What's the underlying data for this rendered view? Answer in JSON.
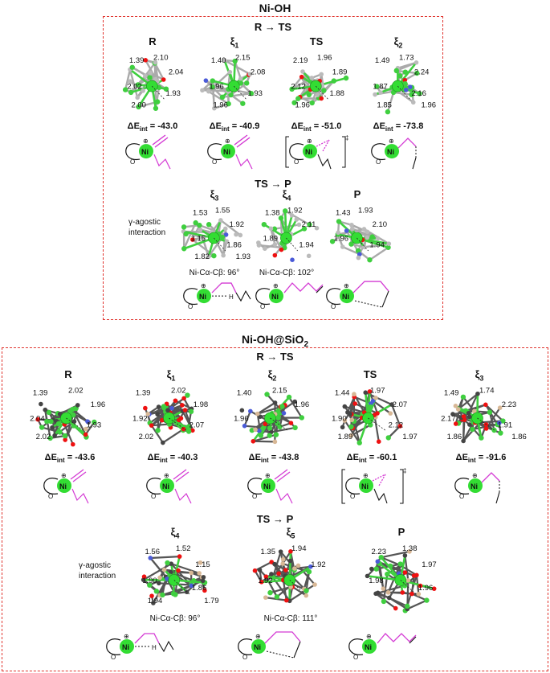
{
  "colors": {
    "box_border": "#e0342e",
    "carbon": "#3fcf3f",
    "oxygen": "#e11",
    "nitrogen": "#4a5ad8",
    "silicon": "#d8b896",
    "hydrogen": "#d9d9d9",
    "ni": "#33dd33",
    "alkene": "#d43ad4"
  },
  "top": {
    "title": "Ni-OH",
    "sec1": "R → TS",
    "sec2": "TS → P",
    "row1": [
      {
        "label": "R",
        "sub": "",
        "de": "-43.0",
        "dists": [
          "1.39",
          "2.10",
          "2.04",
          "2.02",
          "1.93",
          "2.00"
        ]
      },
      {
        "label": "ξ",
        "sub": "1",
        "de": "-40.9",
        "dists": [
          "1.40",
          "2.15",
          "2.08",
          "1.96",
          "1.93",
          "1.96"
        ]
      },
      {
        "label": "TS",
        "sub": "",
        "de": "-51.0",
        "dists": [
          "2.19",
          "1.96",
          "1.89",
          "2.12",
          "1.88",
          "1.96"
        ]
      },
      {
        "label": "ξ",
        "sub": "2",
        "de": "-73.8",
        "dists": [
          "1.49",
          "1.73",
          "2.24",
          "1.87",
          "2.16",
          "1.85",
          "1.96"
        ]
      }
    ],
    "row2": [
      {
        "label": "ξ",
        "sub": "3",
        "note": "Ni-Cα-Cβ: 96°",
        "dists": [
          "1.53",
          "1.55",
          "1.92",
          "1.15",
          "1.86",
          "1.82",
          "1.93"
        ]
      },
      {
        "label": "ξ",
        "sub": "4",
        "note": "Ni-Cα-Cβ: 102°",
        "dists": [
          "1.38",
          "1.92",
          "2.11",
          "1.89",
          "1.94"
        ]
      },
      {
        "label": "P",
        "sub": "",
        "note": "",
        "dists": [
          "1.43",
          "1.93",
          "2.10",
          "1.96",
          "1.94"
        ]
      }
    ],
    "agostic": "γ-agostic interaction",
    "de_prefix": "ΔE",
    "de_sub": "int",
    "de_eq": " = "
  },
  "bottom": {
    "title": "Ni-OH@SiO",
    "title_sub": "2",
    "sec1": "R → TS",
    "sec2": "TS → P",
    "row1": [
      {
        "label": "R",
        "sub": "",
        "de": "-43.6",
        "dists": [
          "1.39",
          "2.02",
          "1.96",
          "2.04",
          "1.93",
          "2.02"
        ]
      },
      {
        "label": "ξ",
        "sub": "1",
        "de": "-40.3",
        "dists": [
          "1.39",
          "2.02",
          "1.98",
          "1.92",
          "2.07",
          "2.02"
        ]
      },
      {
        "label": "ξ",
        "sub": "2",
        "de": "-43.8",
        "dists": [
          "1.40",
          "2.15",
          "1.96",
          "1.96"
        ]
      },
      {
        "label": "TS",
        "sub": "",
        "de": "-60.1",
        "dists": [
          "1.44",
          "1.97",
          "2.07",
          "1.90",
          "2.12",
          "1.89",
          "1.97"
        ]
      },
      {
        "label": "ξ",
        "sub": "3",
        "de": "-91.6",
        "dists": [
          "1.49",
          "1.74",
          "2.23",
          "2.17",
          "1.91",
          "1.86",
          "1.86"
        ]
      }
    ],
    "row2": [
      {
        "label": "ξ",
        "sub": "4",
        "note": "Ni-Cα-Cβ: 96°",
        "dists": [
          "1.56",
          "1.52",
          "1.15",
          "1.90",
          "1.86",
          "1.94",
          "1.79"
        ]
      },
      {
        "label": "ξ",
        "sub": "5",
        "note": "Ni-Cα-Cβ: 111°",
        "dists": [
          "1.35",
          "1.94",
          "1.92",
          "1.92"
        ]
      },
      {
        "label": "P",
        "sub": "",
        "note": "",
        "dists": [
          "2.23",
          "1.38",
          "1.97",
          "1.98",
          "1.96"
        ]
      }
    ],
    "agostic": "γ-agostic interaction"
  },
  "glyphs": {
    "ni": "Ni",
    "o": "O",
    "h": "H",
    "plus": "⊕",
    "dagger": "‡"
  }
}
